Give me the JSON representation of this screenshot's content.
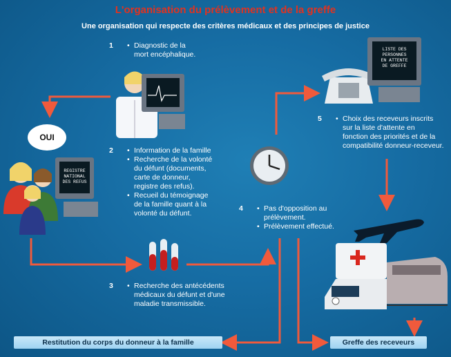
{
  "title": "L'organisation du prélèvement et de la greffe",
  "subtitle": "Une organisation qui respecte des critères médicaux et des principes de justice",
  "bubble": "OUI",
  "screens": {
    "registre": "REGISTRE\nNATIONAL\nDES REFUS",
    "liste": "LISTE DES\nPERSONNES\nEN ATTENTE\nDE GREFFE"
  },
  "steps": [
    {
      "num": "1",
      "items": [
        "Diagnostic de la\nmort encéphalique."
      ]
    },
    {
      "num": "2",
      "items": [
        "Information de la famille",
        "Recherche de la volonté\ndu défunt (documents,\ncarte de donneur,\nregistre des refus).",
        "Recueil du témoignage\nde la famille quant à la\nvolonté du défunt."
      ]
    },
    {
      "num": "3",
      "items": [
        "Recherche des antécédents\nmédicaux du défunt et d'une\nmaladie transmissible."
      ]
    },
    {
      "num": "4",
      "items": [
        "Pas d'opposition au\nprélèvement.",
        "Prélèvement effectué."
      ]
    },
    {
      "num": "5",
      "items": [
        "Choix des receveurs inscrits\nsur la liste d'attente en\nfonction des priorités et de la\ncompatibilité donneur-receveur."
      ]
    }
  ],
  "labels": {
    "restitution": "Restitution du corps du donneur à la famille",
    "greffe": "Greffe des receveurs"
  },
  "colors": {
    "arrow": "#f05a3c",
    "title": "#e2321f",
    "background": "#166ca3"
  }
}
